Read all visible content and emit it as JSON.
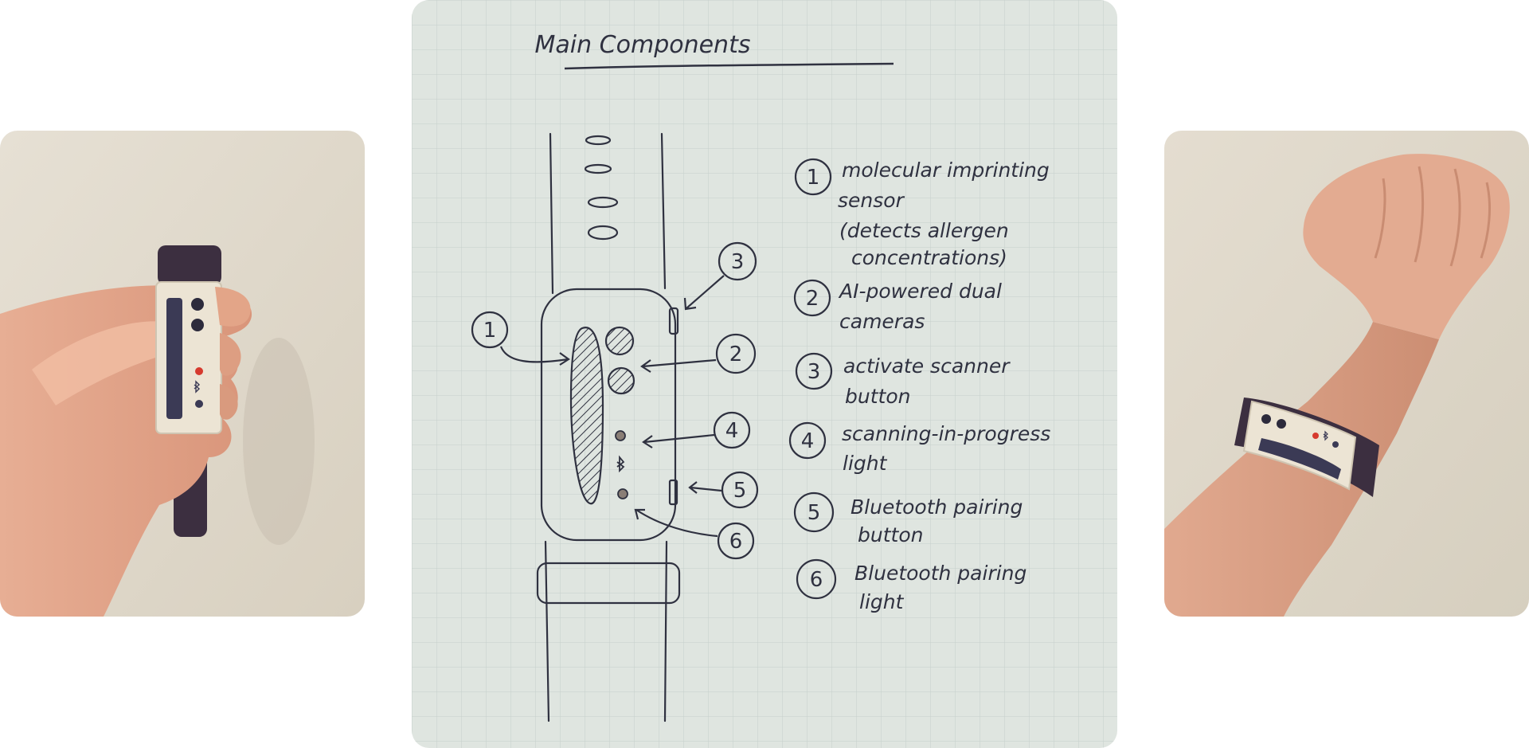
{
  "sketch": {
    "title": "Main Components",
    "components": [
      {
        "number": "1",
        "lines": [
          "molecular imprinting",
          "sensor",
          "(detects allergen",
          "concentrations)"
        ]
      },
      {
        "number": "2",
        "lines": [
          "AI-powered dual",
          "cameras"
        ]
      },
      {
        "number": "3",
        "lines": [
          "activate scanner",
          "button"
        ]
      },
      {
        "number": "4",
        "lines": [
          "scanning-in-progress",
          "light"
        ]
      },
      {
        "number": "5",
        "lines": [
          "Bluetooth pairing",
          "button"
        ]
      },
      {
        "number": "6",
        "lines": [
          "Bluetooth pairing",
          "light"
        ]
      }
    ]
  },
  "colors": {
    "paper": "#dfe5e0",
    "grid": "#c6d0cb",
    "ink": "#2f3140",
    "wall": "#e2dccf",
    "skin": "#e7ad92",
    "band": "#3c2f40",
    "device": "#ece4d4",
    "sensor_ink": "#3b3a55",
    "red_light": "#d63a2e"
  },
  "icons": [
    "bluetooth-icon"
  ]
}
